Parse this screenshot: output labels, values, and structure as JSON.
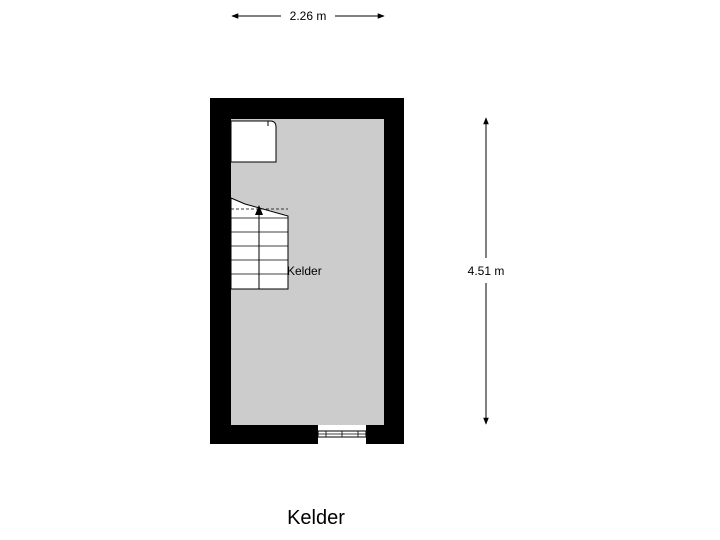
{
  "floor": {
    "title": "Kelder",
    "room_label": "Kelder",
    "width_label": "2.26 m",
    "depth_label": "4.51 m"
  },
  "colors": {
    "wall": "#000000",
    "floor": "#cccccc",
    "fixture": "#ffffff"
  }
}
